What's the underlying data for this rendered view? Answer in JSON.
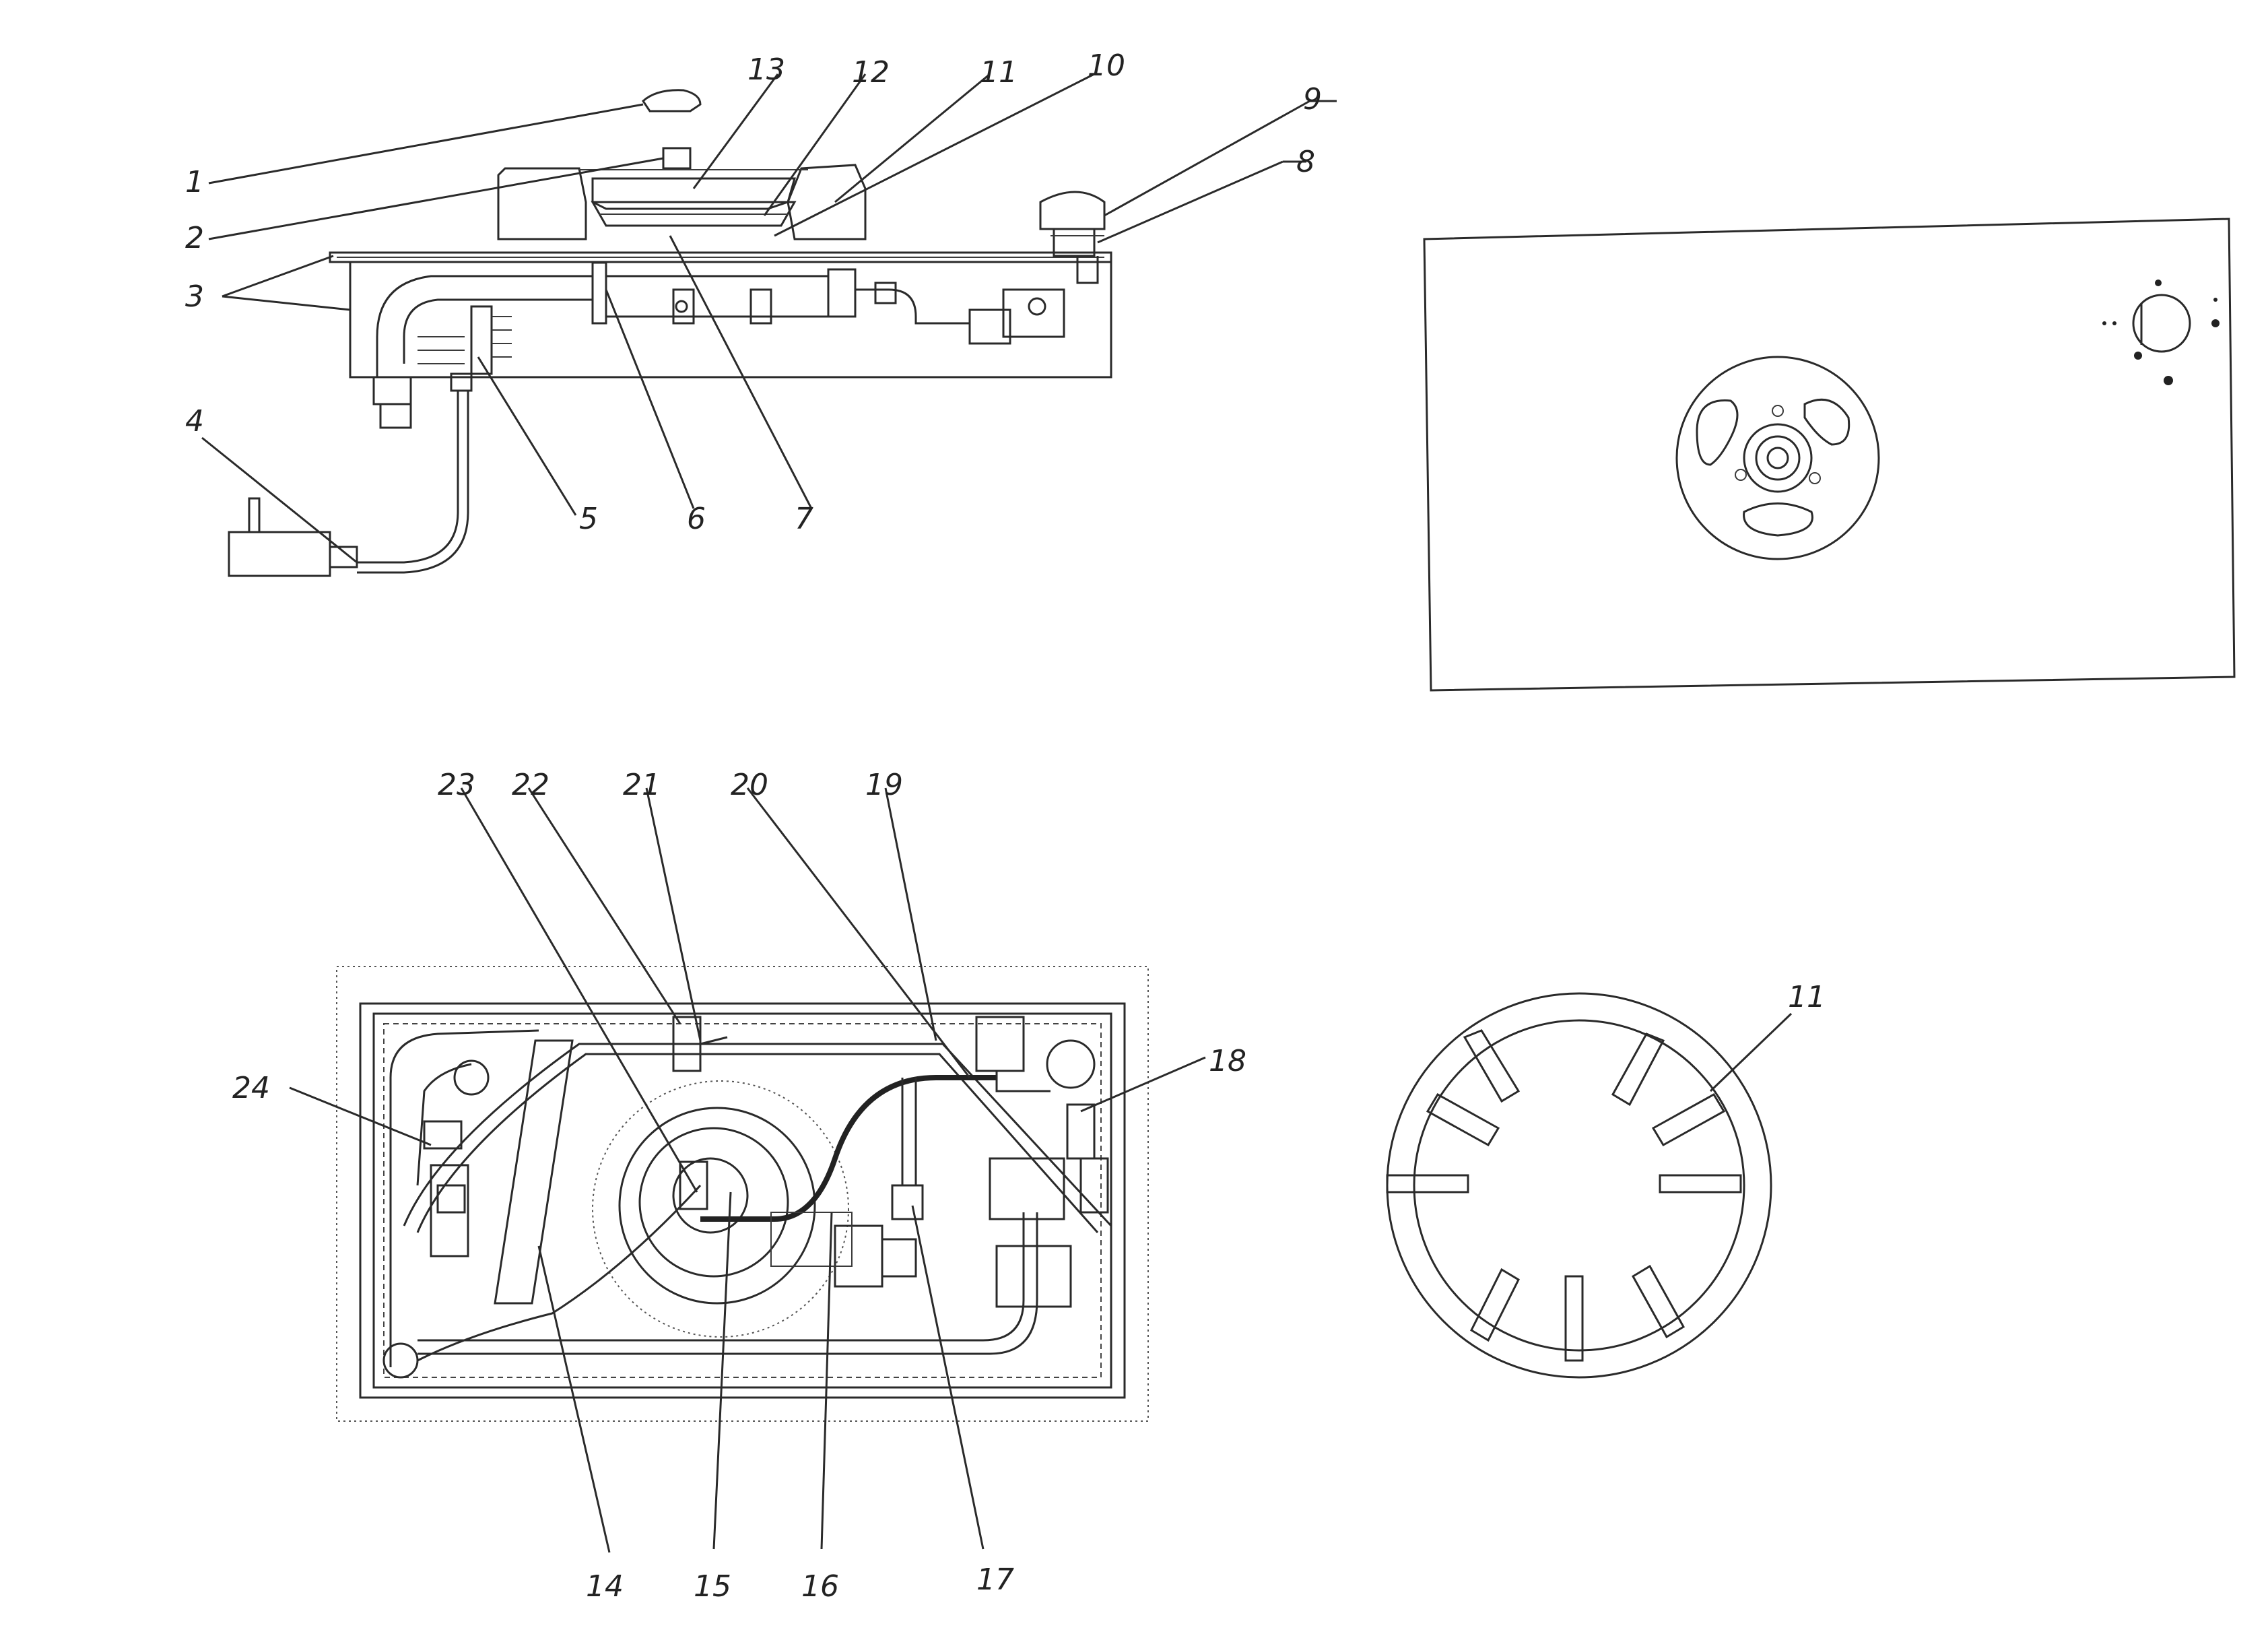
{
  "figures": {
    "side_view": {
      "callouts": [
        {
          "id": "c1",
          "text": "1"
        },
        {
          "id": "c2",
          "text": "2"
        },
        {
          "id": "c3",
          "text": "3"
        },
        {
          "id": "c4",
          "text": "4"
        },
        {
          "id": "c5",
          "text": "5"
        },
        {
          "id": "c6",
          "text": "6"
        },
        {
          "id": "c7",
          "text": "7"
        },
        {
          "id": "c8",
          "text": "8"
        },
        {
          "id": "c9",
          "text": "9"
        },
        {
          "id": "c10",
          "text": "10"
        },
        {
          "id": "c11",
          "text": "11"
        },
        {
          "id": "c12",
          "text": "12"
        },
        {
          "id": "c13",
          "text": "13"
        }
      ]
    },
    "top_view": {
      "callouts": []
    },
    "bottom_view": {
      "callouts": [
        {
          "id": "c14",
          "text": "14"
        },
        {
          "id": "c15",
          "text": "15"
        },
        {
          "id": "c16",
          "text": "16"
        },
        {
          "id": "c17",
          "text": "17"
        },
        {
          "id": "c18",
          "text": "18"
        },
        {
          "id": "c19",
          "text": "19"
        },
        {
          "id": "c20",
          "text": "20"
        },
        {
          "id": "c21",
          "text": "21"
        },
        {
          "id": "c22",
          "text": "22"
        },
        {
          "id": "c23",
          "text": "23"
        },
        {
          "id": "c24",
          "text": "24"
        }
      ]
    },
    "pan_support": {
      "callouts": [
        {
          "id": "c11b",
          "text": "11"
        }
      ]
    }
  },
  "colors": {
    "ink": "#222222",
    "paper": "#ffffff"
  }
}
